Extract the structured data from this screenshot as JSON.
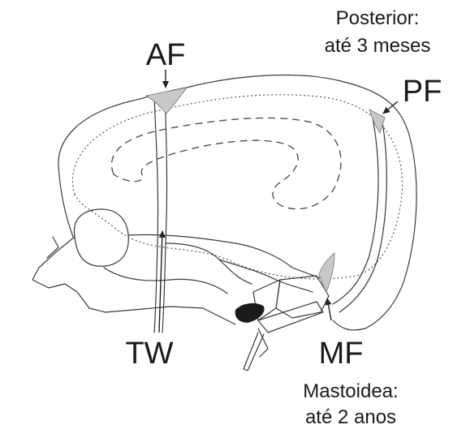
{
  "labels": {
    "af": "AF",
    "pf": "PF",
    "tw": "TW",
    "mf": "MF",
    "posterior_line1": "Posterior:",
    "posterior_line2": "até 3 meses",
    "mastoidea_line1": "Mastoidea:",
    "mastoidea_line2": "até 2 anos"
  },
  "colors": {
    "fontanelle": "#c8c8c8",
    "line": "#3a3a3a",
    "jaw_fill": "#1a1a1a"
  }
}
